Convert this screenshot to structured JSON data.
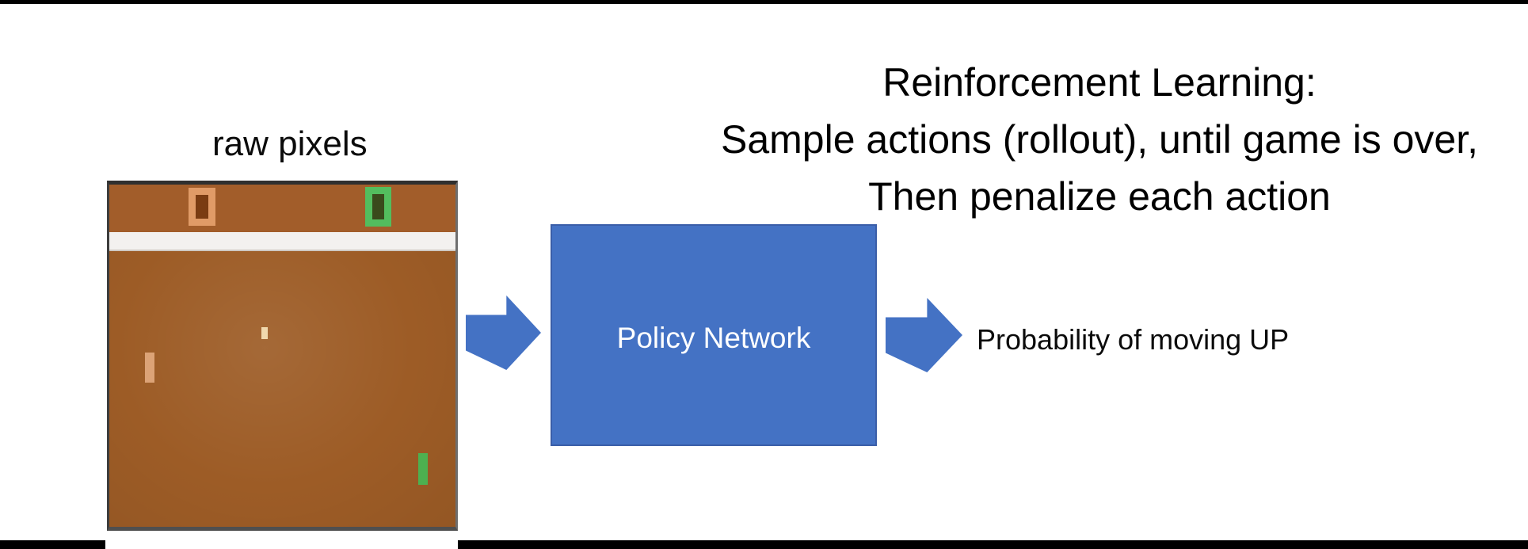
{
  "slide": {
    "title_lines": [
      "Reinforcement Learning:",
      "Sample actions (rollout), until game is over,",
      "Then penalize each action"
    ]
  },
  "diagram": {
    "input_label": "raw pixels",
    "policy_box_label": "Policy Network",
    "output_label": "Probability of moving UP",
    "input_arrow": "right-block-arrow",
    "output_arrow": "right-block-arrow"
  },
  "game_screen": {
    "left_score": "0",
    "right_score": "0",
    "elements": [
      "left-score-zero",
      "right-score-zero",
      "divider-band",
      "ball",
      "left-paddle",
      "right-paddle"
    ]
  },
  "colors": {
    "accent_blue": "#4472c4",
    "box_border_blue": "#3a5ea8",
    "bar_black": "#000000",
    "title_text": "#000000",
    "field_top_brown": "#a25d2a",
    "field_play_brown": "#9d5c26",
    "divider_white": "#f3f1ef",
    "score_ring_orange": "#e09b67",
    "score_hole_orange": "#7a3c12",
    "score_ring_green": "#53bd5e",
    "score_hole_green": "#3a4a1c",
    "paddle_tan": "#dca377",
    "paddle_green": "#4db050",
    "ball_cream": "#f0d8ad"
  }
}
